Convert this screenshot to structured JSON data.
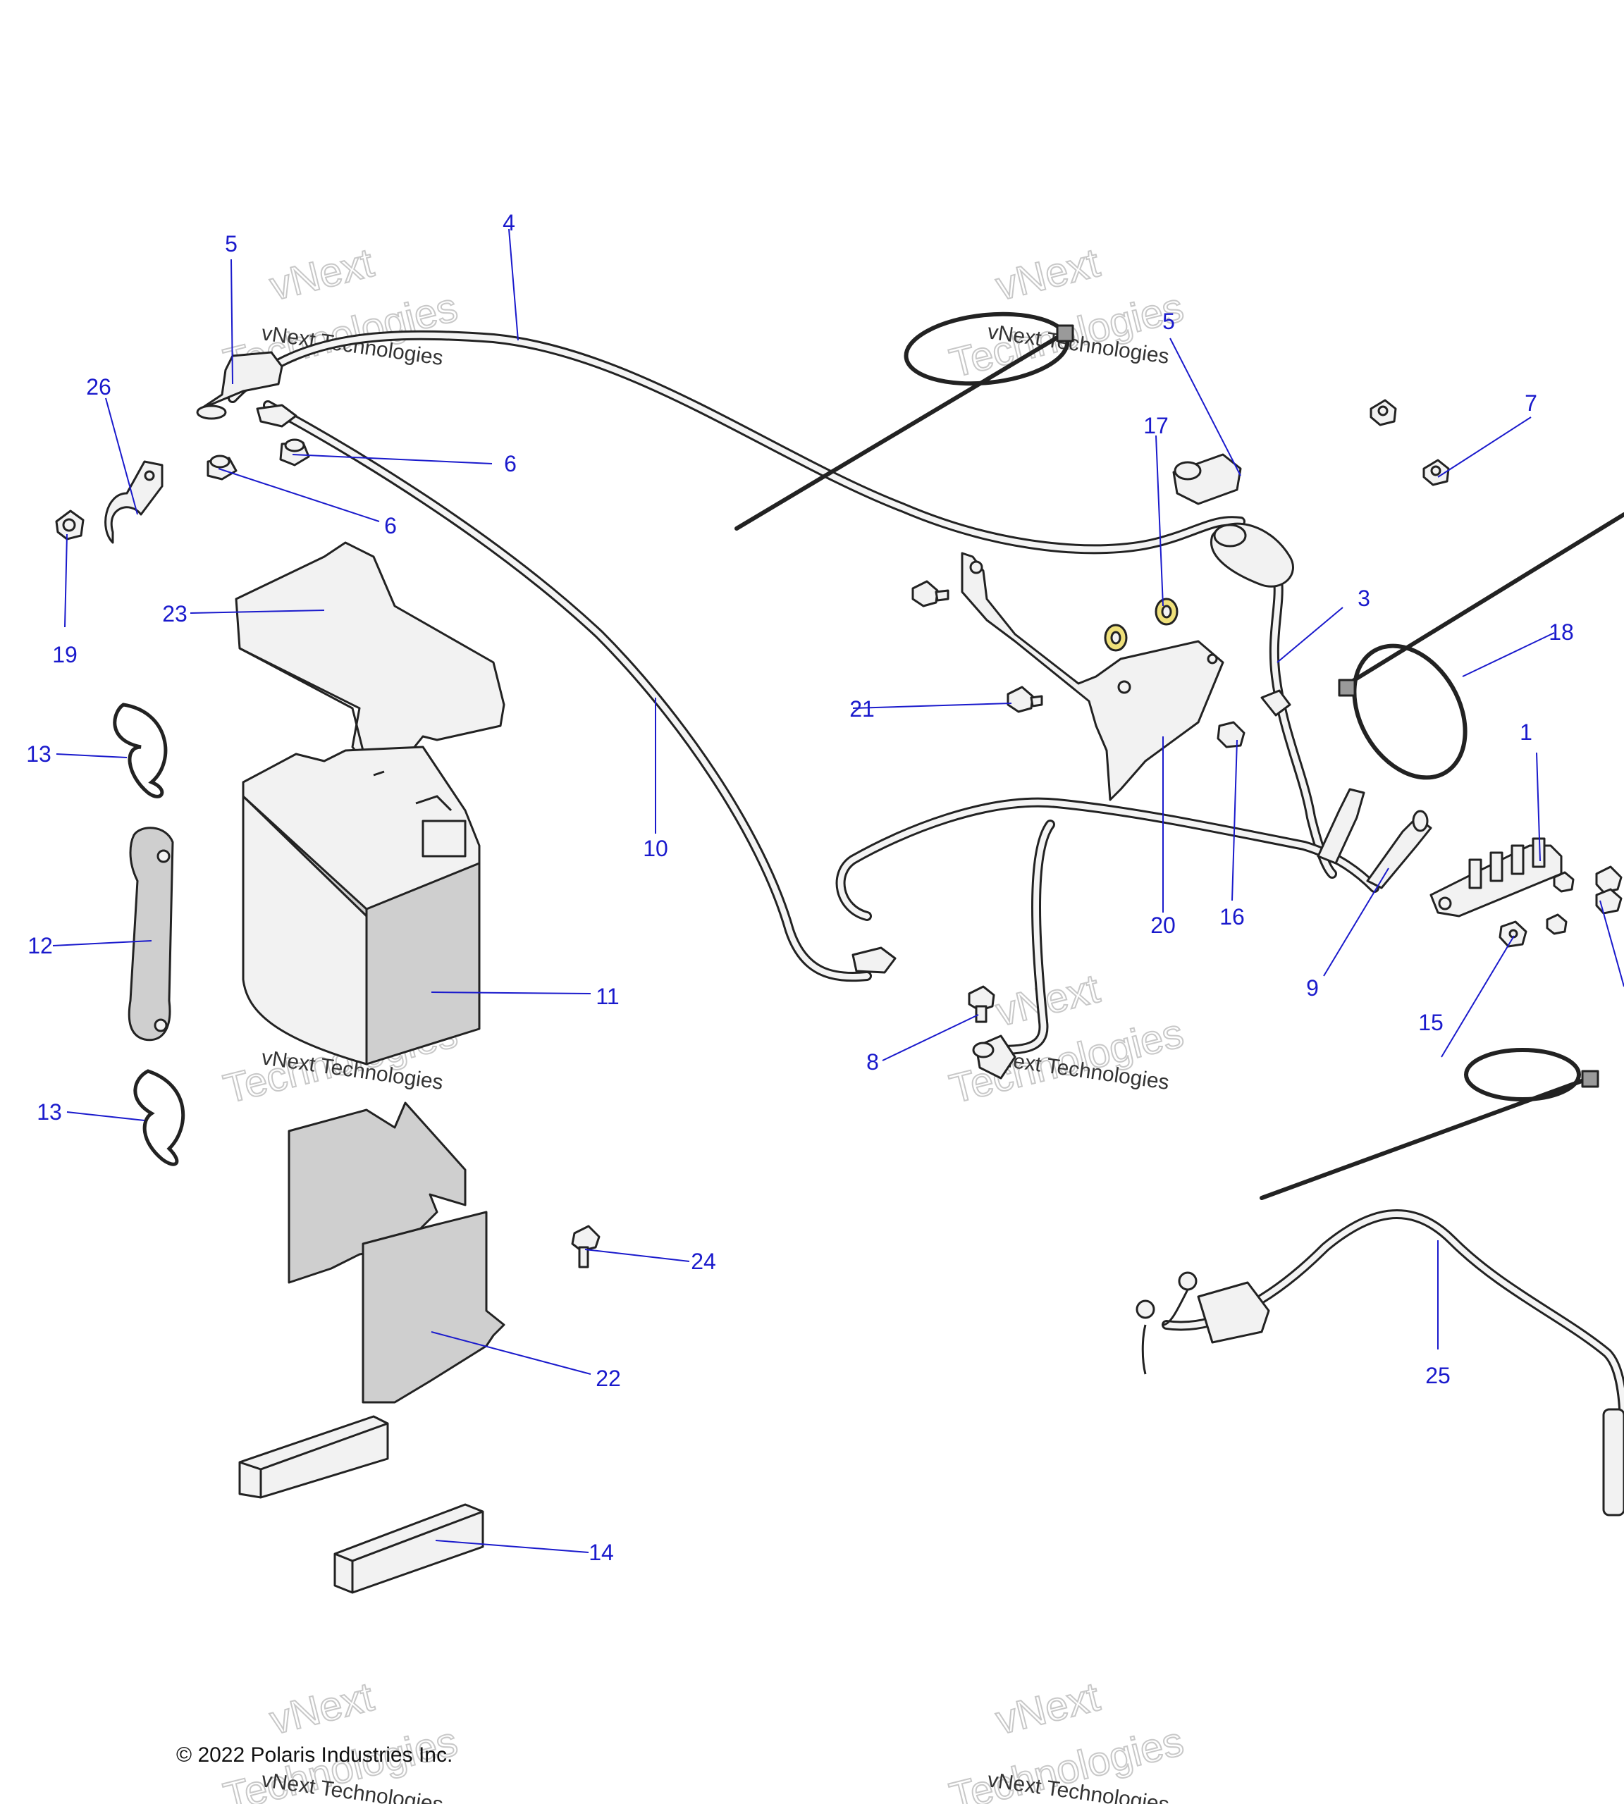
{
  "diagram": {
    "callouts": [
      {
        "id": "c1",
        "label": "1"
      },
      {
        "id": "c3",
        "label": "3"
      },
      {
        "id": "c4",
        "label": "4"
      },
      {
        "id": "c5a",
        "label": "5"
      },
      {
        "id": "c5b",
        "label": "5"
      },
      {
        "id": "c6a",
        "label": "6"
      },
      {
        "id": "c6b",
        "label": "6"
      },
      {
        "id": "c7",
        "label": "7"
      },
      {
        "id": "c8",
        "label": "8"
      },
      {
        "id": "c9",
        "label": "9"
      },
      {
        "id": "c10",
        "label": "10"
      },
      {
        "id": "c11",
        "label": "11"
      },
      {
        "id": "c12",
        "label": "12"
      },
      {
        "id": "c13a",
        "label": "13"
      },
      {
        "id": "c13b",
        "label": "13"
      },
      {
        "id": "c14",
        "label": "14"
      },
      {
        "id": "c15",
        "label": "15"
      },
      {
        "id": "c16",
        "label": "16"
      },
      {
        "id": "c17",
        "label": "17"
      },
      {
        "id": "c18",
        "label": "18"
      },
      {
        "id": "c19",
        "label": "19"
      },
      {
        "id": "c20",
        "label": "20"
      },
      {
        "id": "c21",
        "label": "21"
      },
      {
        "id": "c22",
        "label": "22"
      },
      {
        "id": "c23",
        "label": "23"
      },
      {
        "id": "c24",
        "label": "24"
      },
      {
        "id": "c25",
        "label": "25"
      },
      {
        "id": "c26",
        "label": "26"
      }
    ],
    "colors": {
      "callout": "#1a1acc",
      "part_line": "#222222",
      "part_fill": "#f2f2f2",
      "part_gray": "#cfcfcf",
      "highlight_yellow": "#efe07a"
    }
  },
  "watermark": {
    "brand": "vNext Technologies",
    "ghost_line1": "vNext",
    "ghost_line2": "Technologies"
  },
  "footer": {
    "copyright": "© 2022 Polaris Industries Inc."
  }
}
